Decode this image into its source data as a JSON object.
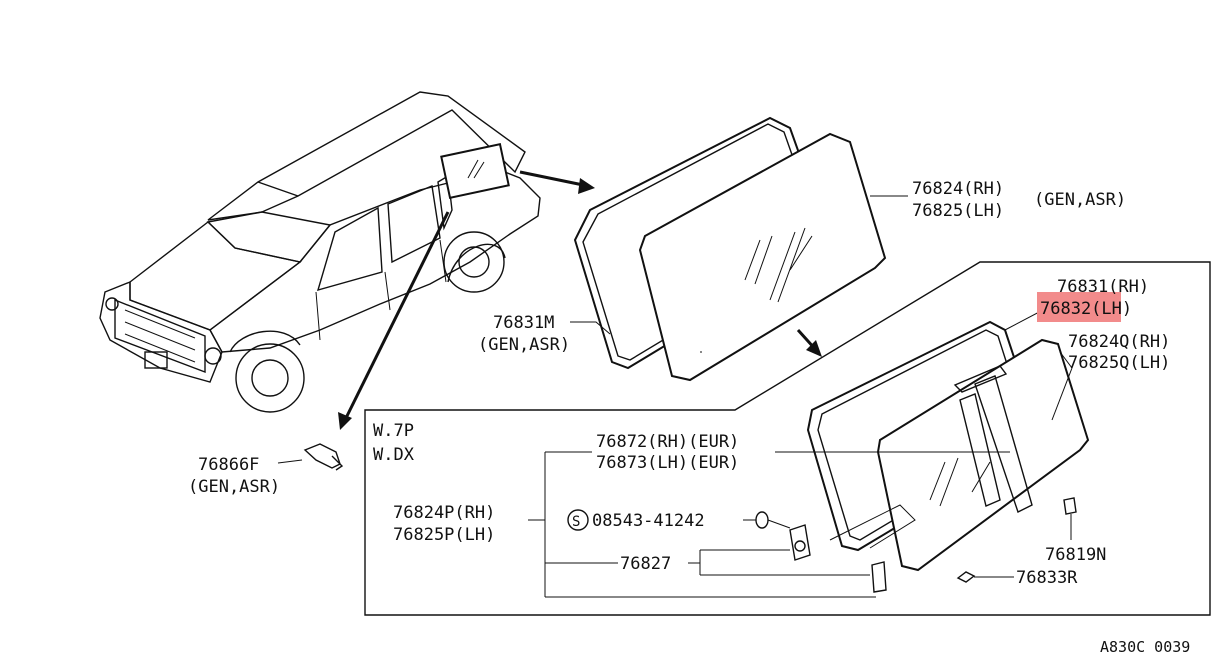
{
  "diagram": {
    "highlight_color": "#f28b8b",
    "labels": {
      "p76824": "76824(RH)",
      "p76825": "76825(LH)",
      "gen_asr_top": "(GEN,ASR)",
      "p76831m": "76831M",
      "gen_asr_left": "(GEN,ASR)",
      "p76831": "76831(RH)",
      "p76832": "76832(LH)",
      "p76824q": "76824Q(RH)",
      "p76825q": "76825Q(LH)",
      "p76866f": "76866F",
      "gen_asr_clip": "(GEN,ASR)",
      "w7p": "W.7P",
      "wdx": "W.DX",
      "p76872": "76872(RH)(EUR)",
      "p76873": "76873(LH)(EUR)",
      "p76824p": "76824P(RH)",
      "p76825p": "76825P(LH)",
      "screw_symbol": "S",
      "p08543": "08543-41242",
      "p76827": "76827",
      "p76819n": "76819N",
      "p76833r": "76833R",
      "code": "A830C 0039"
    }
  }
}
